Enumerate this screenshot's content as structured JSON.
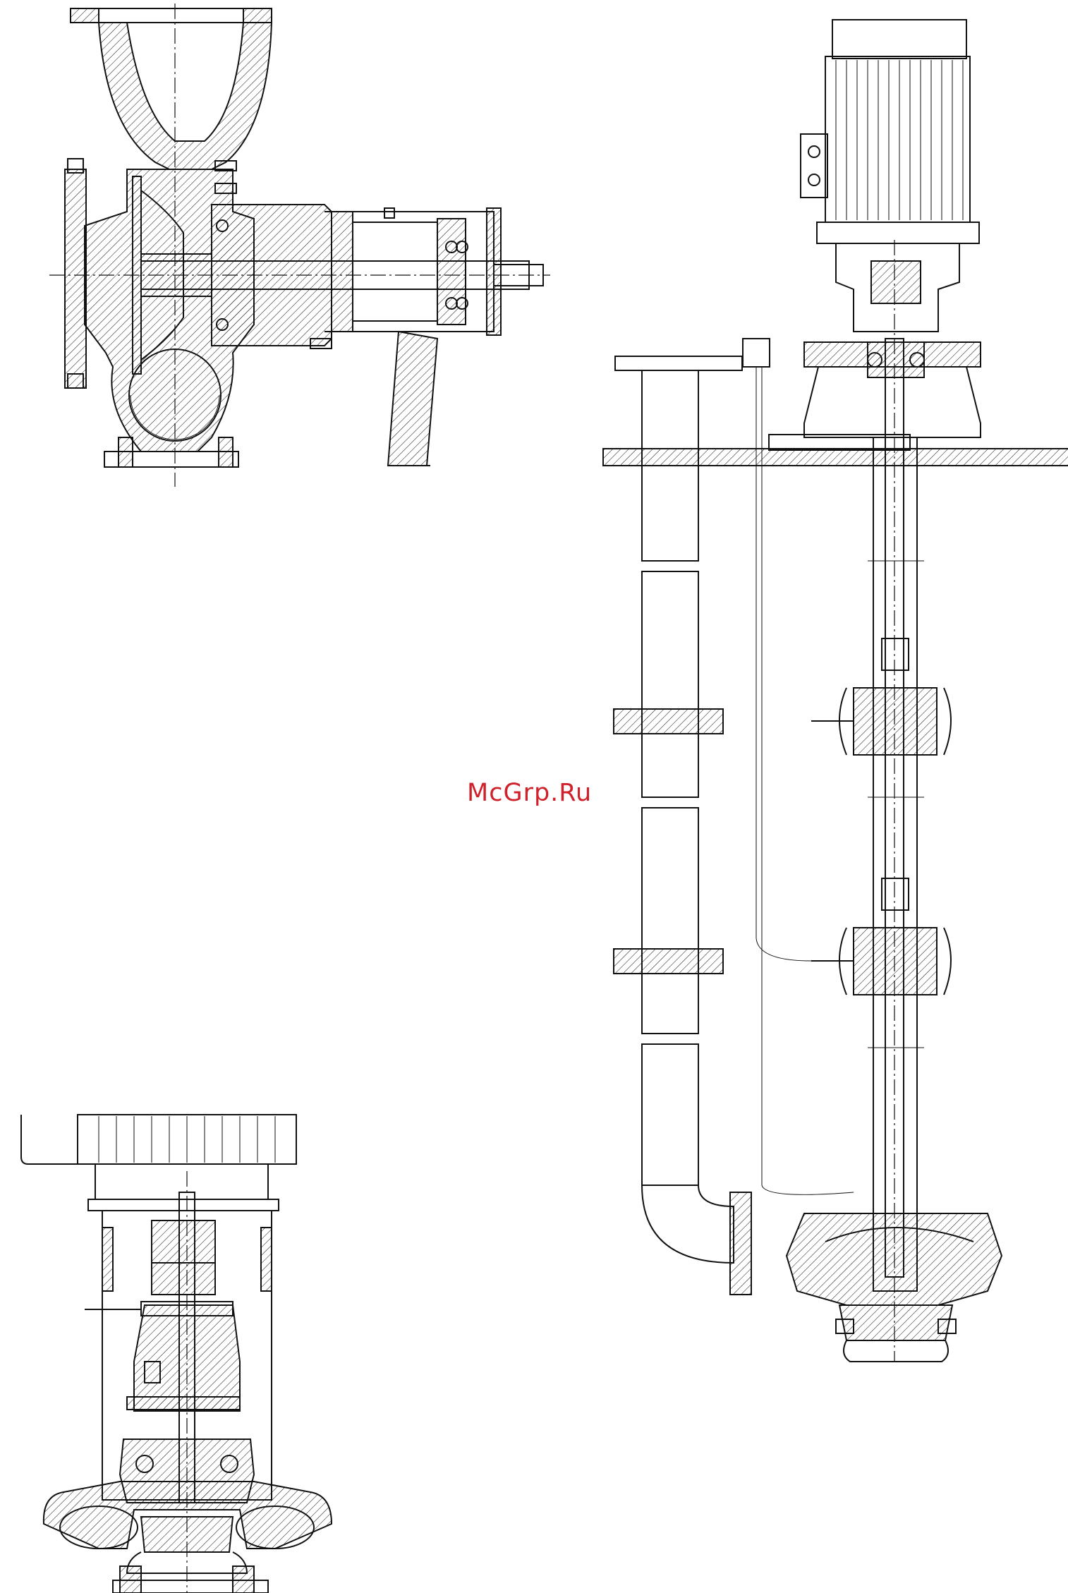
{
  "watermark": {
    "text": "McGrp.Ru",
    "color": "#d0202a"
  },
  "figures": [
    {
      "name": "horizontal-pump-section",
      "label": ""
    },
    {
      "name": "vertical-sump-pump-section",
      "label": ""
    },
    {
      "name": "vertical-inline-pump-section",
      "label": ""
    }
  ],
  "colors": {
    "ink": "#111111",
    "background": "#ffffff"
  }
}
